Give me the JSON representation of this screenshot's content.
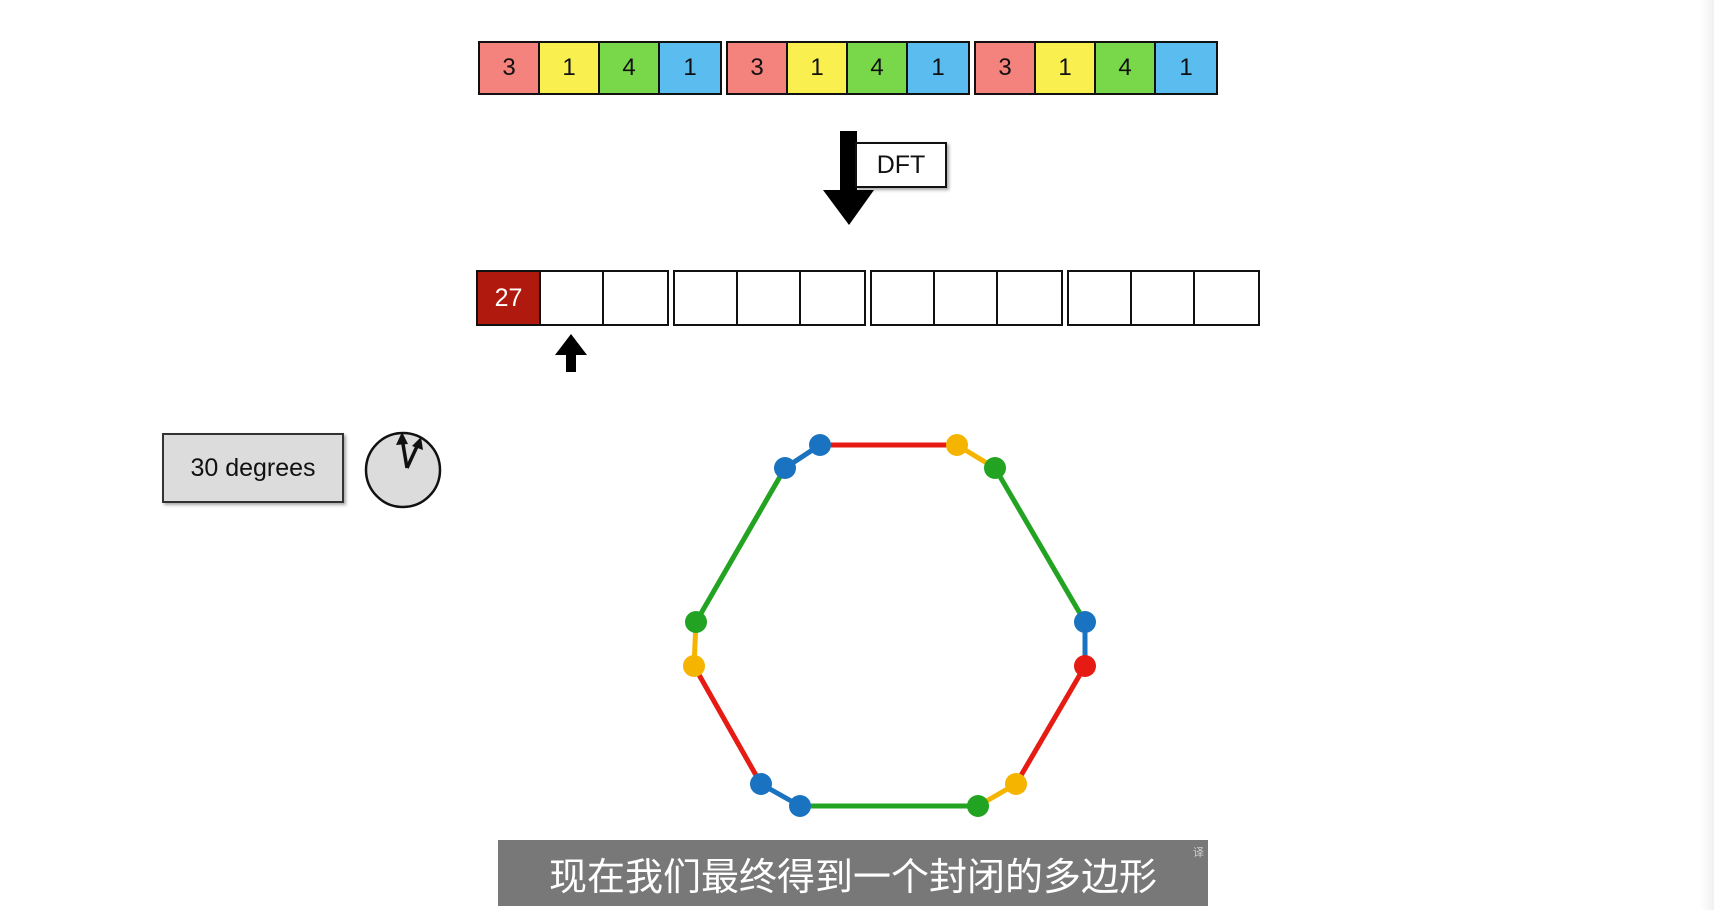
{
  "input_sequence": {
    "groups": [
      [
        "3",
        "1",
        "4",
        "1"
      ],
      [
        "3",
        "1",
        "4",
        "1"
      ],
      [
        "3",
        "1",
        "4",
        "1"
      ]
    ],
    "cell_colors": [
      "#f4837d",
      "#f9f04f",
      "#79d84a",
      "#5bbcf0"
    ]
  },
  "transform": {
    "label": "DFT"
  },
  "output_sequence": {
    "groups": [
      [
        "27",
        "",
        ""
      ],
      [
        "",
        "",
        ""
      ],
      [
        "",
        "",
        ""
      ],
      [
        "",
        "",
        ""
      ]
    ],
    "filled_color": "#b01a0e"
  },
  "rotation": {
    "label": "30 degrees"
  },
  "polygon": {
    "vertex_colors": [
      "#1a73c0",
      "#e51b14",
      "#f5b400",
      "#22a321"
    ]
  },
  "subtitle": {
    "text": "现在我们最终得到一个封闭的多边形",
    "mark": "译"
  },
  "colors": {
    "edge_red": "#e51b14",
    "edge_green": "#22a321",
    "edge_yellow": "#f5b400",
    "edge_blue": "#1a73c0"
  }
}
